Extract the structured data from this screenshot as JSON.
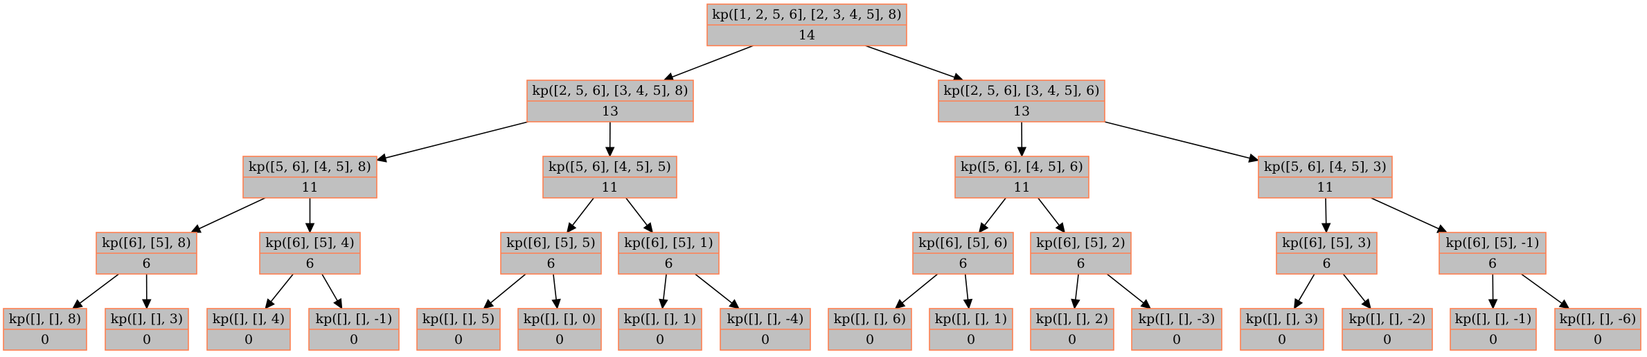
{
  "colors": {
    "node_fill": "#c0c0c0",
    "node_border": "#ff7f50",
    "edge": "#000000",
    "background": "#ffffff"
  },
  "nodes": [
    {
      "id": "n0",
      "label": "kp([1, 2, 5, 6], [2, 3, 4, 5], 8)",
      "value": "14"
    },
    {
      "id": "n1",
      "label": "kp([2, 5, 6], [3, 4, 5], 8)",
      "value": "13"
    },
    {
      "id": "n2",
      "label": "kp([2, 5, 6], [3, 4, 5], 6)",
      "value": "13"
    },
    {
      "id": "n3",
      "label": "kp([5, 6], [4, 5], 8)",
      "value": "11"
    },
    {
      "id": "n4",
      "label": "kp([5, 6], [4, 5], 5)",
      "value": "11"
    },
    {
      "id": "n5",
      "label": "kp([5, 6], [4, 5], 6)",
      "value": "11"
    },
    {
      "id": "n6",
      "label": "kp([5, 6], [4, 5], 3)",
      "value": "11"
    },
    {
      "id": "n7",
      "label": "kp([6], [5], 8)",
      "value": "6"
    },
    {
      "id": "n8",
      "label": "kp([6], [5], 4)",
      "value": "6"
    },
    {
      "id": "n9",
      "label": "kp([6], [5], 5)",
      "value": "6"
    },
    {
      "id": "n10",
      "label": "kp([6], [5], 1)",
      "value": "6"
    },
    {
      "id": "n11",
      "label": "kp([6], [5], 6)",
      "value": "6"
    },
    {
      "id": "n12",
      "label": "kp([6], [5], 2)",
      "value": "6"
    },
    {
      "id": "n13",
      "label": "kp([6], [5], 3)",
      "value": "6"
    },
    {
      "id": "n14",
      "label": "kp([6], [5], -1)",
      "value": "6"
    },
    {
      "id": "n15",
      "label": "kp([], [], 8)",
      "value": "0"
    },
    {
      "id": "n16",
      "label": "kp([], [], 3)",
      "value": "0"
    },
    {
      "id": "n17",
      "label": "kp([], [], 4)",
      "value": "0"
    },
    {
      "id": "n18",
      "label": "kp([], [], -1)",
      "value": "0"
    },
    {
      "id": "n19",
      "label": "kp([], [], 5)",
      "value": "0"
    },
    {
      "id": "n20",
      "label": "kp([], [], 0)",
      "value": "0"
    },
    {
      "id": "n21",
      "label": "kp([], [], 1)",
      "value": "0"
    },
    {
      "id": "n22",
      "label": "kp([], [], -4)",
      "value": "0"
    },
    {
      "id": "n23",
      "label": "kp([], [], 6)",
      "value": "0"
    },
    {
      "id": "n24",
      "label": "kp([], [], 1)",
      "value": "0"
    },
    {
      "id": "n25",
      "label": "kp([], [], 2)",
      "value": "0"
    },
    {
      "id": "n26",
      "label": "kp([], [], -3)",
      "value": "0"
    },
    {
      "id": "n27",
      "label": "kp([], [], 3)",
      "value": "0"
    },
    {
      "id": "n28",
      "label": "kp([], [], -2)",
      "value": "0"
    },
    {
      "id": "n29",
      "label": "kp([], [], -1)",
      "value": "0"
    },
    {
      "id": "n30",
      "label": "kp([], [], -6)",
      "value": "0"
    }
  ],
  "edges": [
    [
      "n0",
      "n1"
    ],
    [
      "n0",
      "n2"
    ],
    [
      "n1",
      "n3"
    ],
    [
      "n1",
      "n4"
    ],
    [
      "n2",
      "n5"
    ],
    [
      "n2",
      "n6"
    ],
    [
      "n3",
      "n7"
    ],
    [
      "n3",
      "n8"
    ],
    [
      "n4",
      "n9"
    ],
    [
      "n4",
      "n10"
    ],
    [
      "n5",
      "n11"
    ],
    [
      "n5",
      "n12"
    ],
    [
      "n6",
      "n13"
    ],
    [
      "n6",
      "n14"
    ],
    [
      "n7",
      "n15"
    ],
    [
      "n7",
      "n16"
    ],
    [
      "n8",
      "n17"
    ],
    [
      "n8",
      "n18"
    ],
    [
      "n9",
      "n19"
    ],
    [
      "n9",
      "n20"
    ],
    [
      "n10",
      "n21"
    ],
    [
      "n10",
      "n22"
    ],
    [
      "n11",
      "n23"
    ],
    [
      "n11",
      "n24"
    ],
    [
      "n12",
      "n25"
    ],
    [
      "n12",
      "n26"
    ],
    [
      "n13",
      "n27"
    ],
    [
      "n13",
      "n28"
    ],
    [
      "n14",
      "n29"
    ],
    [
      "n14",
      "n30"
    ]
  ]
}
